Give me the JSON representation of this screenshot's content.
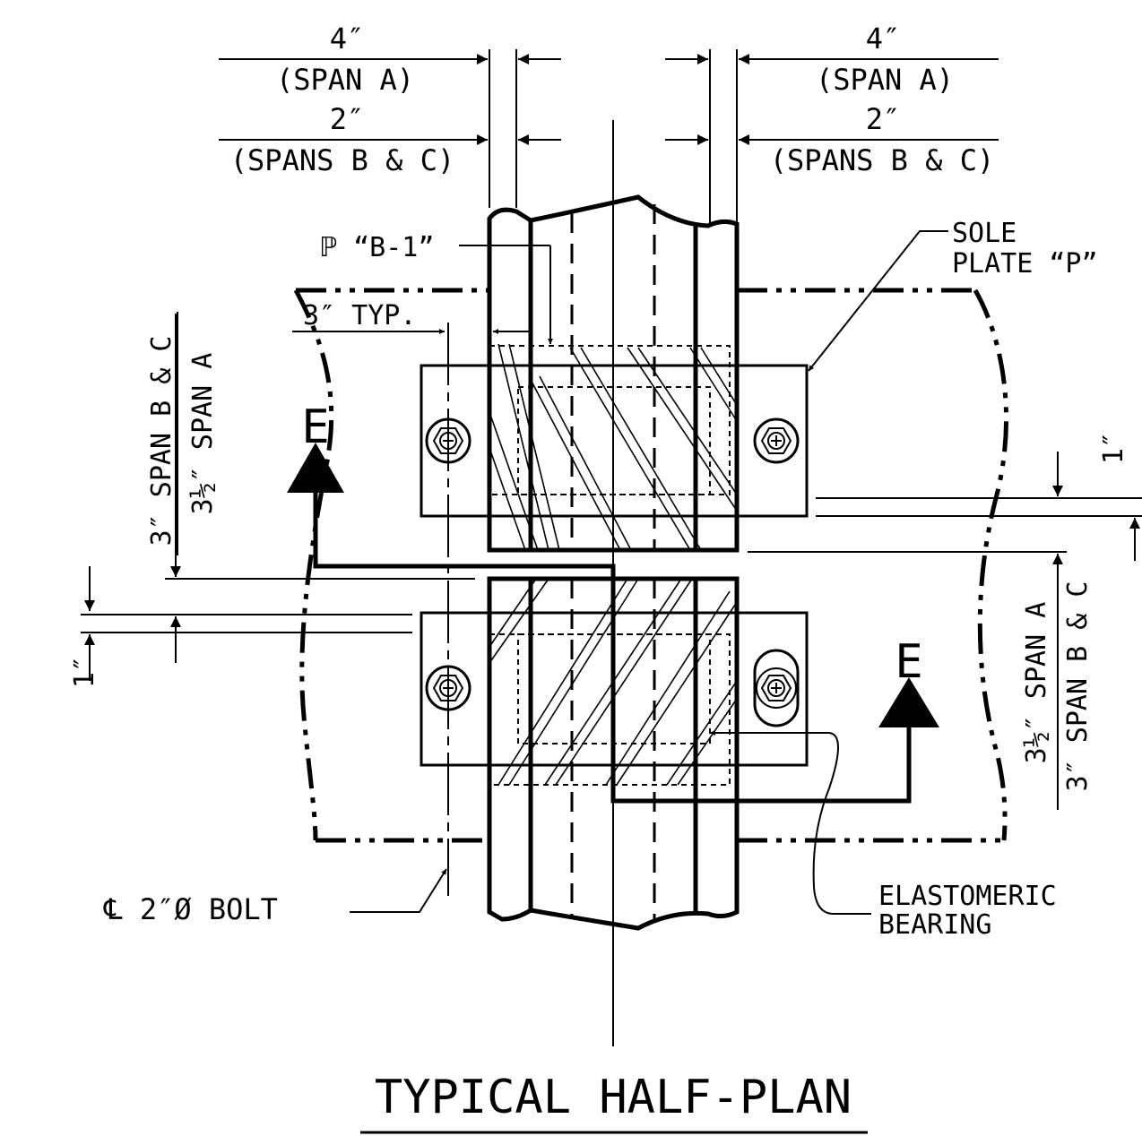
{
  "dimensions": {
    "top_left_span_a_value": "4″",
    "top_left_span_a_label": "(SPAN A)",
    "top_left_span_bc_value": "2″",
    "top_left_span_bc_label": "(SPANS B & C)",
    "top_right_span_a_value": "4″",
    "top_right_span_a_label": "(SPAN A)",
    "top_right_span_bc_value": "2″",
    "top_right_span_bc_label": "(SPANS B & C)",
    "typ_offset": "3″ TYP.",
    "left_vertical_span_bc": "3″ SPAN B & C",
    "left_vertical_span_a": "3½″ SPAN A",
    "right_vertical_span_a": "3½″ SPAN A",
    "right_vertical_span_bc": "3″ SPAN B & C",
    "right_one_inch": "1″",
    "left_one_inch": "1″"
  },
  "labels": {
    "plate_b1": "ℙ “B-1”",
    "sole_plate_line1": "SOLE",
    "sole_plate_line2": "PLATE “P”",
    "bolt": "℄ 2″Ø BOLT",
    "bearing_line1": "ELASTOMERIC",
    "bearing_line2": "BEARING",
    "section_marker_left": "E",
    "section_marker_right": "E"
  },
  "title": "TYPICAL HALF-PLAN"
}
